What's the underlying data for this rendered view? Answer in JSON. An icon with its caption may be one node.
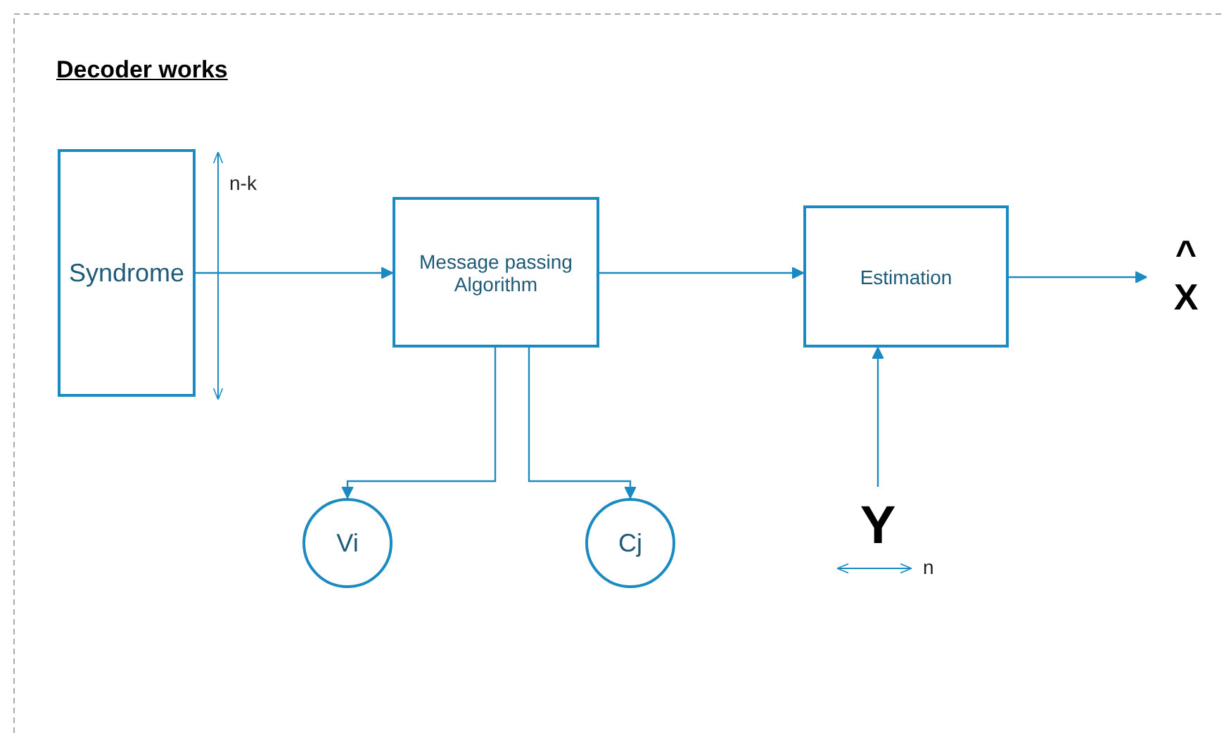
{
  "diagram": {
    "title": "Decoder works",
    "nodes": [
      {
        "text": [
          "Syndrome"
        ]
      },
      {
        "text": [
          "Message passing Algorithm"
        ]
      },
      {
        "text": [
          "Estimation"
        ]
      },
      {
        "text": [
          "Vi"
        ]
      },
      {
        "text": [
          "Cj"
        ]
      },
      {
        "text": [
          "Y"
        ]
      },
      {
        "text": [
          "^",
          "X"
        ]
      }
    ],
    "edges": [
      {
        "from": 0,
        "to": 1,
        "arrow": "to"
      },
      {
        "from": 1,
        "to": 2,
        "arrow": "to"
      },
      {
        "from": 1,
        "to": 3,
        "arrow": "to"
      },
      {
        "from": 1,
        "to": 4,
        "arrow": "to"
      },
      {
        "from": 5,
        "to": 2,
        "arrow": "to"
      },
      {
        "from": 2,
        "to": 6,
        "arrow": "to"
      }
    ],
    "labels": [
      "n-k",
      "n"
    ]
  }
}
